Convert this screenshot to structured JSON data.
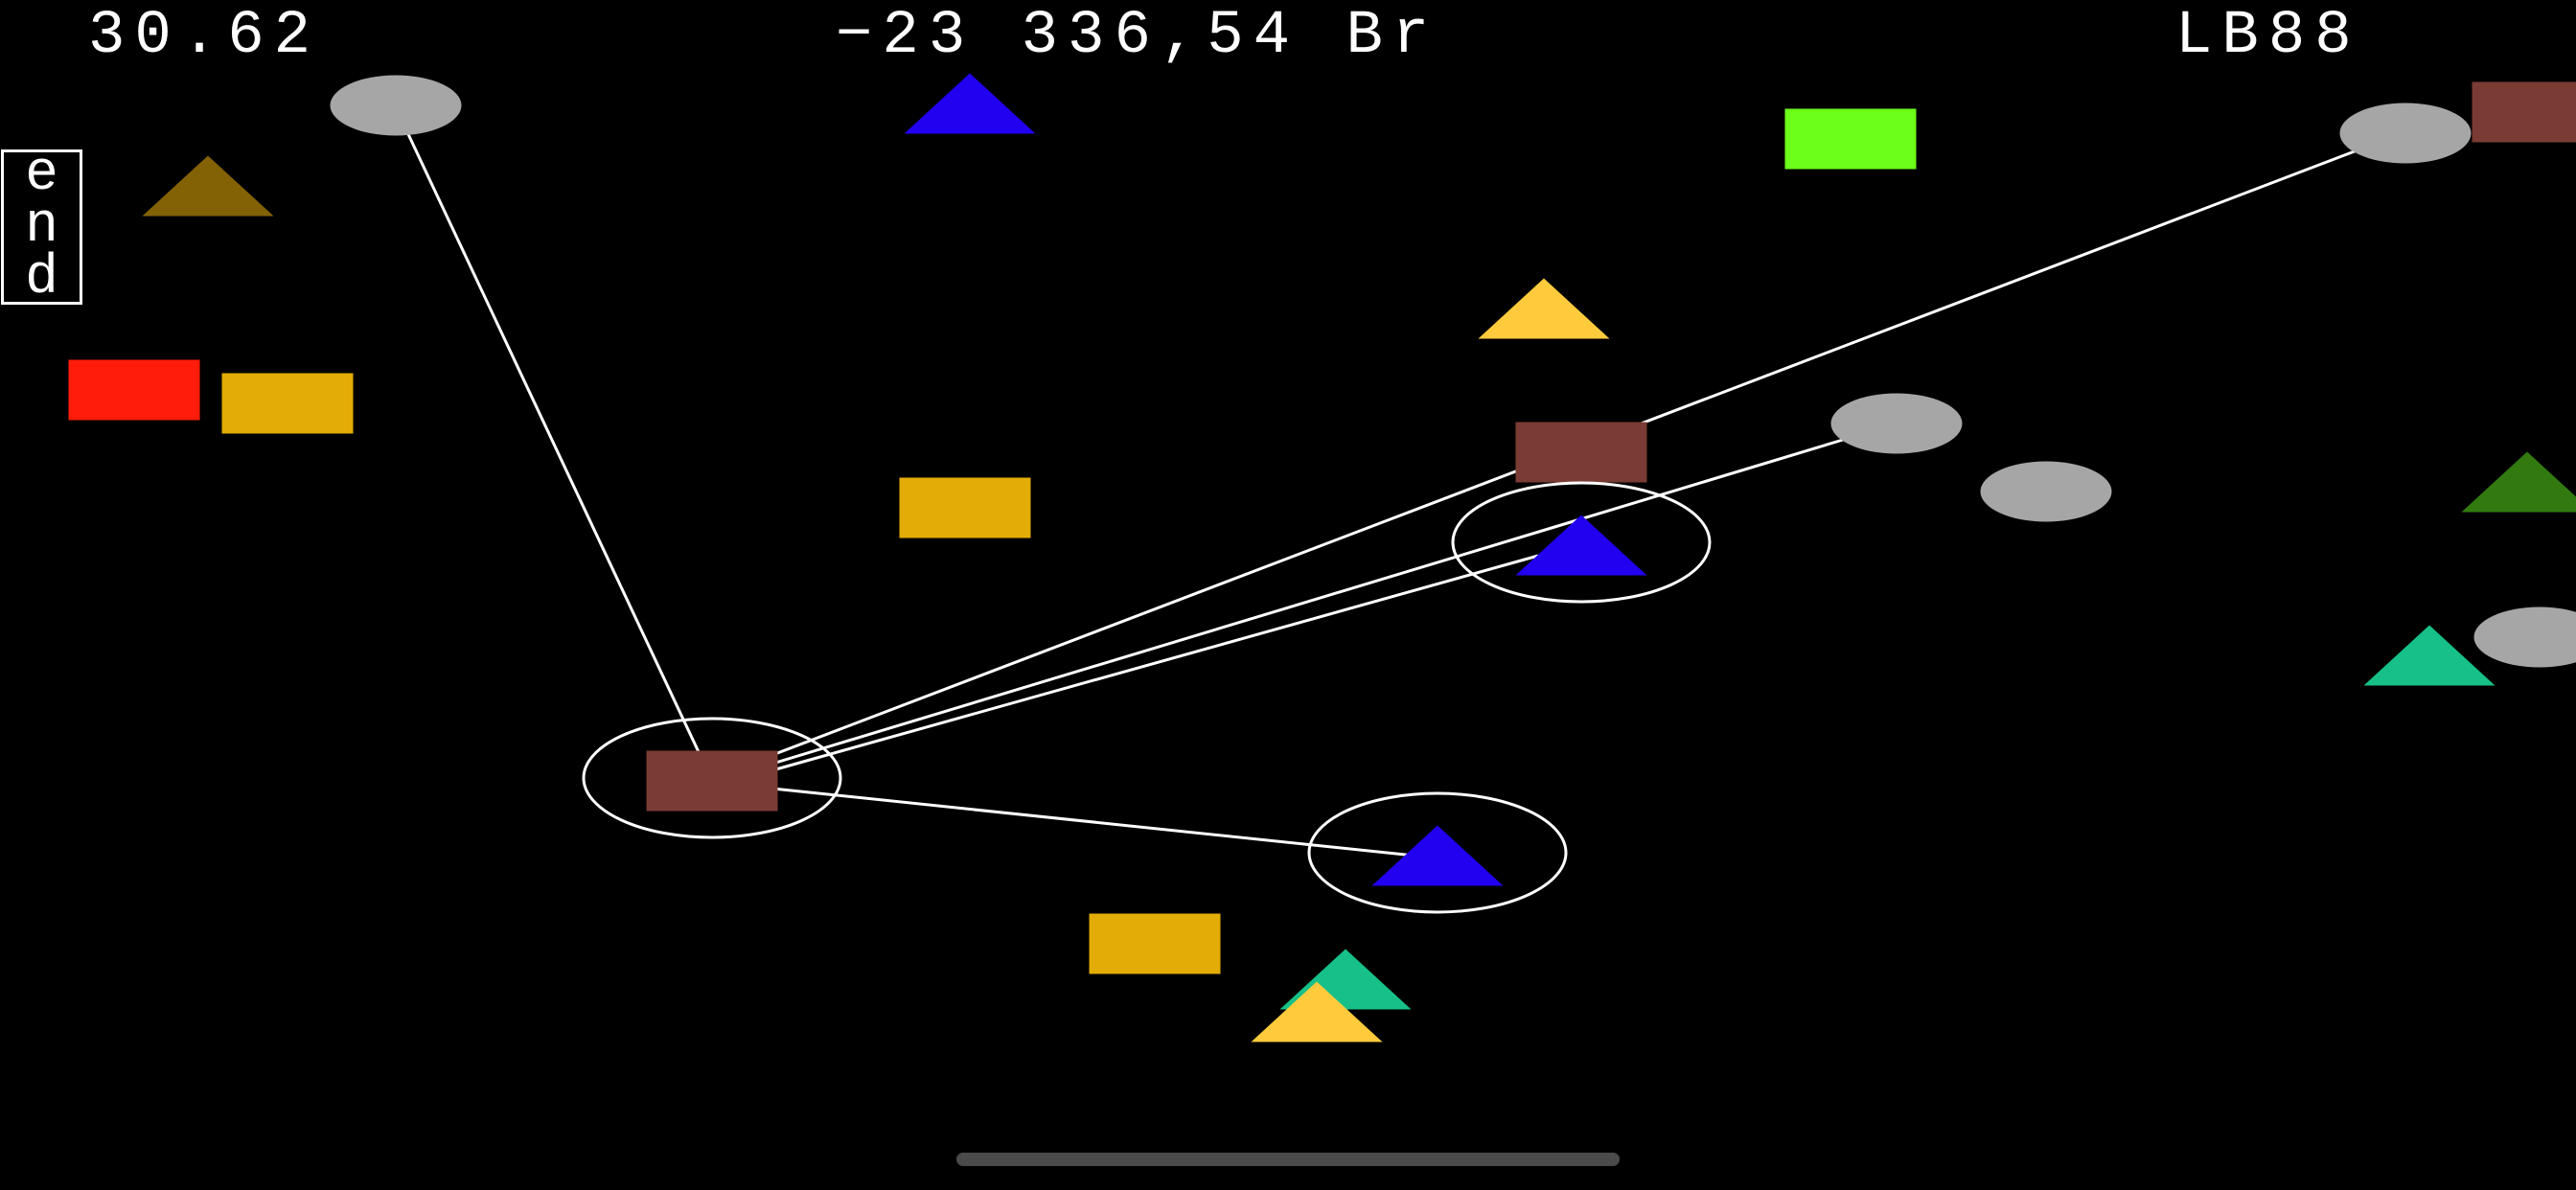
{
  "hud": {
    "left": "30.62",
    "center": "−23 336,54 Br",
    "right": "LB88"
  },
  "end_button": {
    "letters": [
      "e",
      "n",
      "d"
    ]
  },
  "colors": {
    "background": "#000000",
    "gray": "#a6a6a6",
    "brown": "#7a3b35",
    "blue": "#2200f0",
    "gold": "#e3ac06",
    "yellow": "#ffcb3d",
    "red": "#ff1c0a",
    "lime": "#6bff1a",
    "olive": "#836205",
    "dark_green": "#327a0f",
    "teal": "#17c088",
    "link": "#ffffff"
  },
  "pieces": [
    {
      "id": "gray-ellipse-1",
      "shape": "ellipse",
      "color": "gray"
    },
    {
      "id": "blue-triangle-1",
      "shape": "triangle",
      "color": "blue"
    },
    {
      "id": "olive-triangle",
      "shape": "triangle",
      "color": "olive"
    },
    {
      "id": "lime-rect",
      "shape": "rect",
      "color": "lime"
    },
    {
      "id": "gray-ellipse-2",
      "shape": "ellipse",
      "color": "gray"
    },
    {
      "id": "brown-rect-1",
      "shape": "rect",
      "color": "brown"
    },
    {
      "id": "red-rect",
      "shape": "rect",
      "color": "red"
    },
    {
      "id": "gold-rect-1",
      "shape": "rect",
      "color": "gold"
    },
    {
      "id": "yellow-triangle-1",
      "shape": "triangle",
      "color": "yellow"
    },
    {
      "id": "brown-rect-2",
      "shape": "rect",
      "color": "brown",
      "selected": false
    },
    {
      "id": "gray-ellipse-3",
      "shape": "ellipse",
      "color": "gray"
    },
    {
      "id": "gray-ellipse-4",
      "shape": "ellipse",
      "color": "gray"
    },
    {
      "id": "gold-rect-2",
      "shape": "rect",
      "color": "gold"
    },
    {
      "id": "blue-triangle-2",
      "shape": "triangle",
      "color": "blue",
      "selected": true
    },
    {
      "id": "dark-green-triangle",
      "shape": "triangle",
      "color": "dark_green"
    },
    {
      "id": "teal-triangle-1",
      "shape": "triangle",
      "color": "teal"
    },
    {
      "id": "gray-ellipse-5",
      "shape": "ellipse",
      "color": "gray"
    },
    {
      "id": "brown-rect-3",
      "shape": "rect",
      "color": "brown",
      "selected": true
    },
    {
      "id": "blue-triangle-3",
      "shape": "triangle",
      "color": "blue",
      "selected": true
    },
    {
      "id": "gold-rect-3",
      "shape": "rect",
      "color": "gold"
    },
    {
      "id": "teal-triangle-2",
      "shape": "triangle",
      "color": "teal"
    },
    {
      "id": "yellow-triangle-2",
      "shape": "triangle",
      "color": "yellow"
    }
  ],
  "links": [
    {
      "from": "brown-rect-3",
      "to": "gray-ellipse-1"
    },
    {
      "from": "brown-rect-3",
      "to": "gray-ellipse-2"
    },
    {
      "from": "brown-rect-3",
      "to": "gray-ellipse-3"
    },
    {
      "from": "brown-rect-3",
      "to": "blue-triangle-2"
    },
    {
      "from": "brown-rect-3",
      "to": "blue-triangle-3"
    }
  ]
}
